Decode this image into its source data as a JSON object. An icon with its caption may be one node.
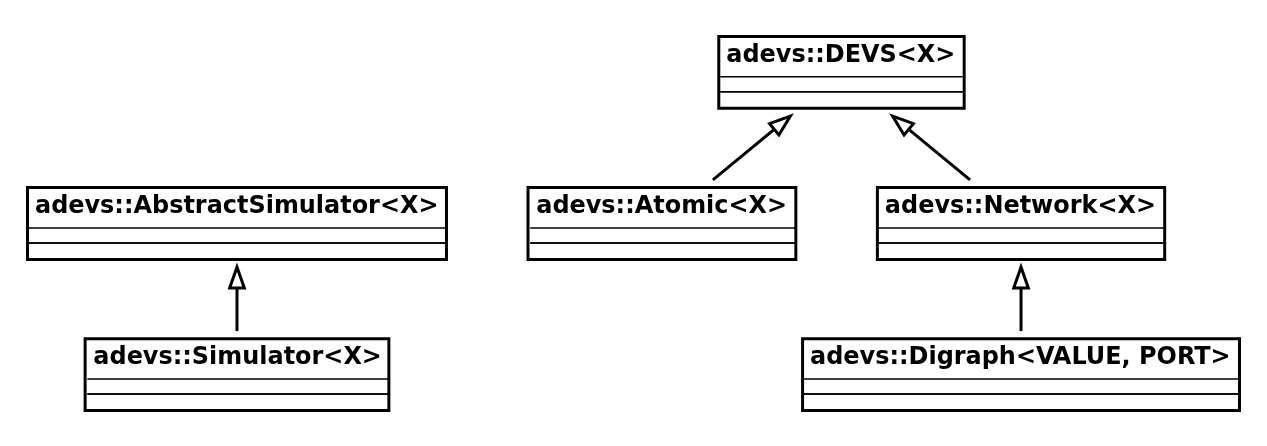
{
  "diagram": {
    "nodes": [
      {
        "text": [
          "adevs::AbstractSimulator<X>"
        ]
      },
      {
        "text": [
          "adevs::DEVS<X>"
        ]
      },
      {
        "text": [
          "adevs::Atomic<X>"
        ]
      },
      {
        "text": [
          "adevs::Network<X>"
        ]
      },
      {
        "text": [
          "adevs::Simulator<X>"
        ]
      },
      {
        "text": [
          "adevs::Digraph<VALUE, PORT>"
        ]
      }
    ],
    "edges": [
      {
        "from": 4,
        "to": 0,
        "arrow": "to"
      },
      {
        "from": 2,
        "to": 1,
        "arrow": "to"
      },
      {
        "from": 3,
        "to": 1,
        "arrow": "to"
      },
      {
        "from": 5,
        "to": 3,
        "arrow": "to"
      }
    ]
  }
}
